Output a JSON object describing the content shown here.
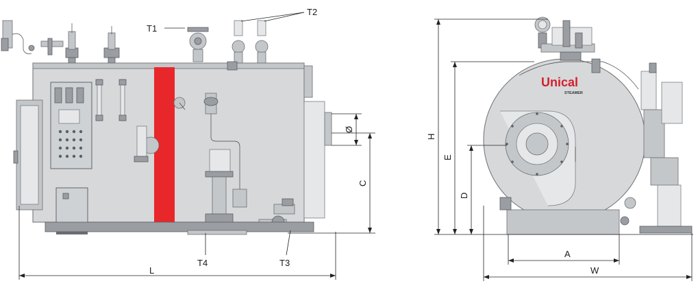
{
  "labels": {
    "t1": "T1",
    "t2": "T2",
    "t3": "T3",
    "t4": "T4",
    "l": "L",
    "c": "C",
    "diameter": "Ø",
    "h": "H",
    "e": "E",
    "d": "D",
    "a": "A",
    "w": "W"
  },
  "brand": {
    "name": "Unical",
    "sub": "STEAMER"
  },
  "colors": {
    "stripe": "#e8272b",
    "brand": "#d4202a",
    "body": "#d6d8da"
  }
}
